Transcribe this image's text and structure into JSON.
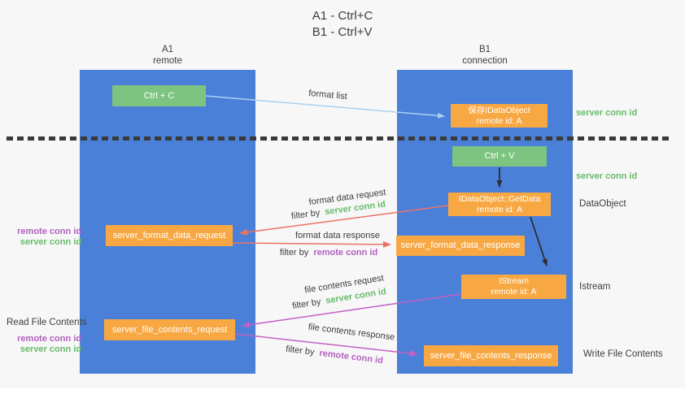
{
  "title": {
    "line1": "A1 - Ctrl+C",
    "line2": "B1 - Ctrl+V"
  },
  "lanes": {
    "a": {
      "name": "A1",
      "subtitle": "remote"
    },
    "b": {
      "name": "B1",
      "subtitle": "connection"
    }
  },
  "nodes": {
    "ctrl_c": {
      "label": "Ctrl + C"
    },
    "save_dataobject": {
      "line1": "保存IDataObject",
      "line2": "remote id: A"
    },
    "ctrl_v": {
      "label": "Ctrl + V"
    },
    "getdata": {
      "line1": "IDataObject::GetData",
      "line2": "remote id: A"
    },
    "format_request": {
      "label": "server_format_data_request"
    },
    "format_response": {
      "label": "server_format_data_response"
    },
    "istream": {
      "line1": "IStream",
      "line2": "remote id: A"
    },
    "file_request": {
      "label": "server_file_contents_request"
    },
    "file_response": {
      "label": "server_file_contents_response"
    }
  },
  "edge_labels": {
    "format_list": "format list",
    "format_data_request": "format data request",
    "format_data_response": "format data response",
    "file_contents_request": "file contents request",
    "file_contents_response": "file contents response",
    "filter_by": "filter by",
    "server_conn_id": "server conn id",
    "remote_conn_id": "remote conn id"
  },
  "side_labels": {
    "remote_conn_id": "remote conn id",
    "server_conn_id": "server conn id",
    "read_file_contents": "Read File Contents",
    "write_file_contents": "Write File Contents",
    "dataobject": "DataObject",
    "istream": "Istream"
  },
  "colors": {
    "lane_blue": "#4A80D8",
    "node_orange": "#F8A843",
    "node_green": "#7CC47F",
    "arrow_light_blue": "#A9D2F1",
    "arrow_black": "#2E2E2E",
    "arrow_red": "#ED7265",
    "arrow_magenta": "#C45FC4",
    "text_dark": "#3D3D3D",
    "text_green": "#66BB6A",
    "text_purple": "#B35FC0",
    "background": "#F7F7F7"
  }
}
